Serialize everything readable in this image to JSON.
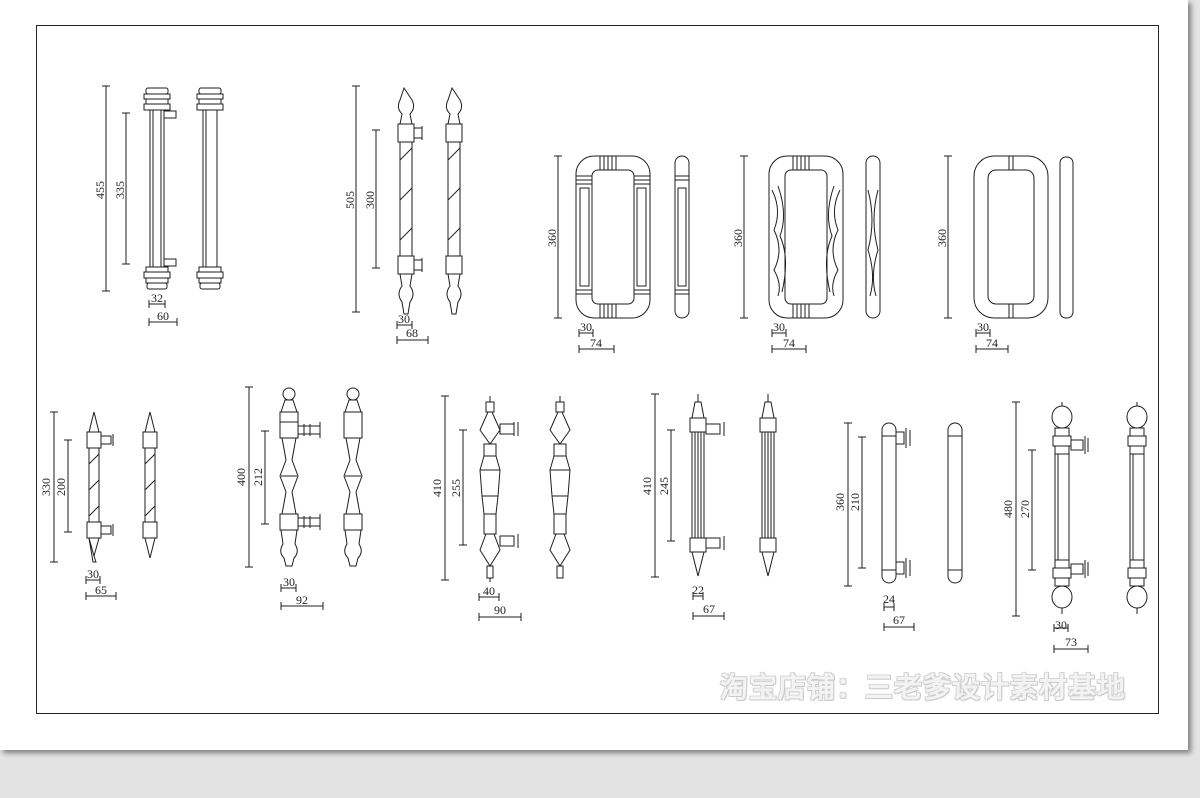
{
  "watermark": "淘宝店铺：三老爹设计素材基地",
  "colors": {
    "line": "#1e1e1e",
    "paper": "#ffffff",
    "background": "#e3e3e3"
  },
  "handles": [
    {
      "id": "h1",
      "labels": [
        "455",
        "335",
        "32",
        "60"
      ]
    },
    {
      "id": "h2",
      "labels": [
        "505",
        "300",
        "30",
        "68"
      ]
    },
    {
      "id": "h3",
      "labels": [
        "360",
        "30",
        "74"
      ]
    },
    {
      "id": "h4",
      "labels": [
        "360",
        "30",
        "74"
      ]
    },
    {
      "id": "h5",
      "labels": [
        "360",
        "30",
        "74"
      ]
    },
    {
      "id": "h6",
      "labels": [
        "330",
        "200",
        "30",
        "65"
      ]
    },
    {
      "id": "h7",
      "labels": [
        "400",
        "212",
        "30",
        "92"
      ]
    },
    {
      "id": "h8",
      "labels": [
        "410",
        "255",
        "40",
        "90"
      ]
    },
    {
      "id": "h9",
      "labels": [
        "410",
        "245",
        "22",
        "67"
      ]
    },
    {
      "id": "h10",
      "labels": [
        "360",
        "210",
        "24",
        "67"
      ]
    },
    {
      "id": "h11",
      "labels": [
        "480",
        "270",
        "30",
        "73"
      ]
    }
  ]
}
